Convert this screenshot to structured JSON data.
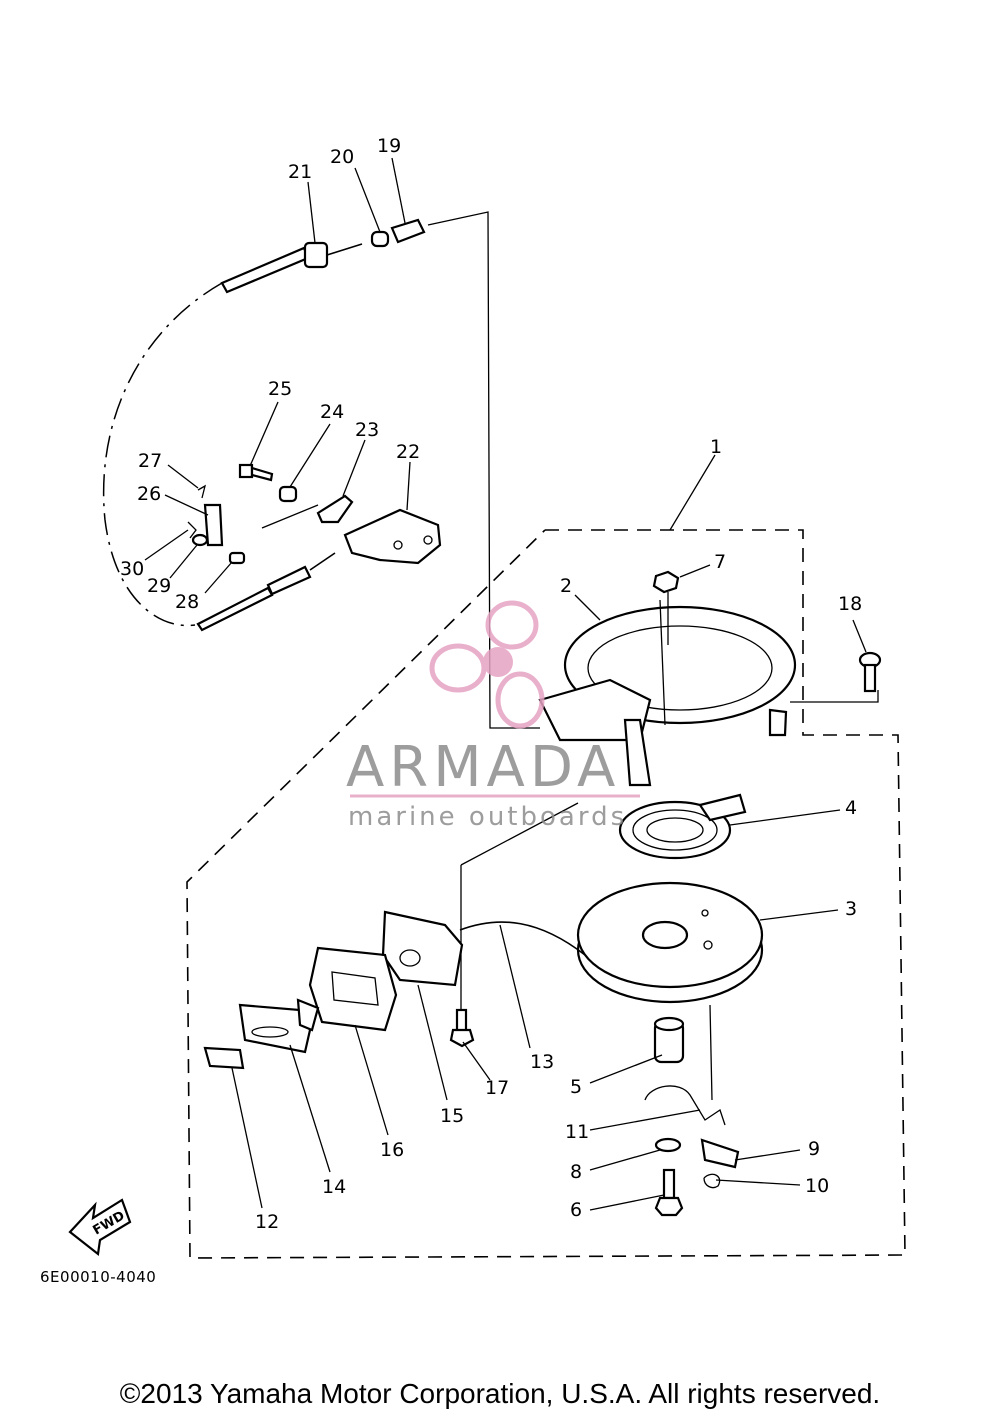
{
  "diagram": {
    "callouts": [
      "1",
      "2",
      "3",
      "4",
      "5",
      "6",
      "7",
      "8",
      "9",
      "10",
      "11",
      "12",
      "13",
      "14",
      "15",
      "16",
      "17",
      "18",
      "19",
      "20",
      "21",
      "22",
      "23",
      "24",
      "25",
      "26",
      "27",
      "28",
      "29",
      "30"
    ],
    "direction_label": "FWD",
    "drawing_code": "6E00010-4040"
  },
  "watermark": {
    "brand": "ARMADA",
    "tagline": "marine outboards",
    "color": "#e6a3c4"
  },
  "footer": {
    "copyright": "©2013 Yamaha Motor Corporation, U.S.A. All rights reserved."
  }
}
